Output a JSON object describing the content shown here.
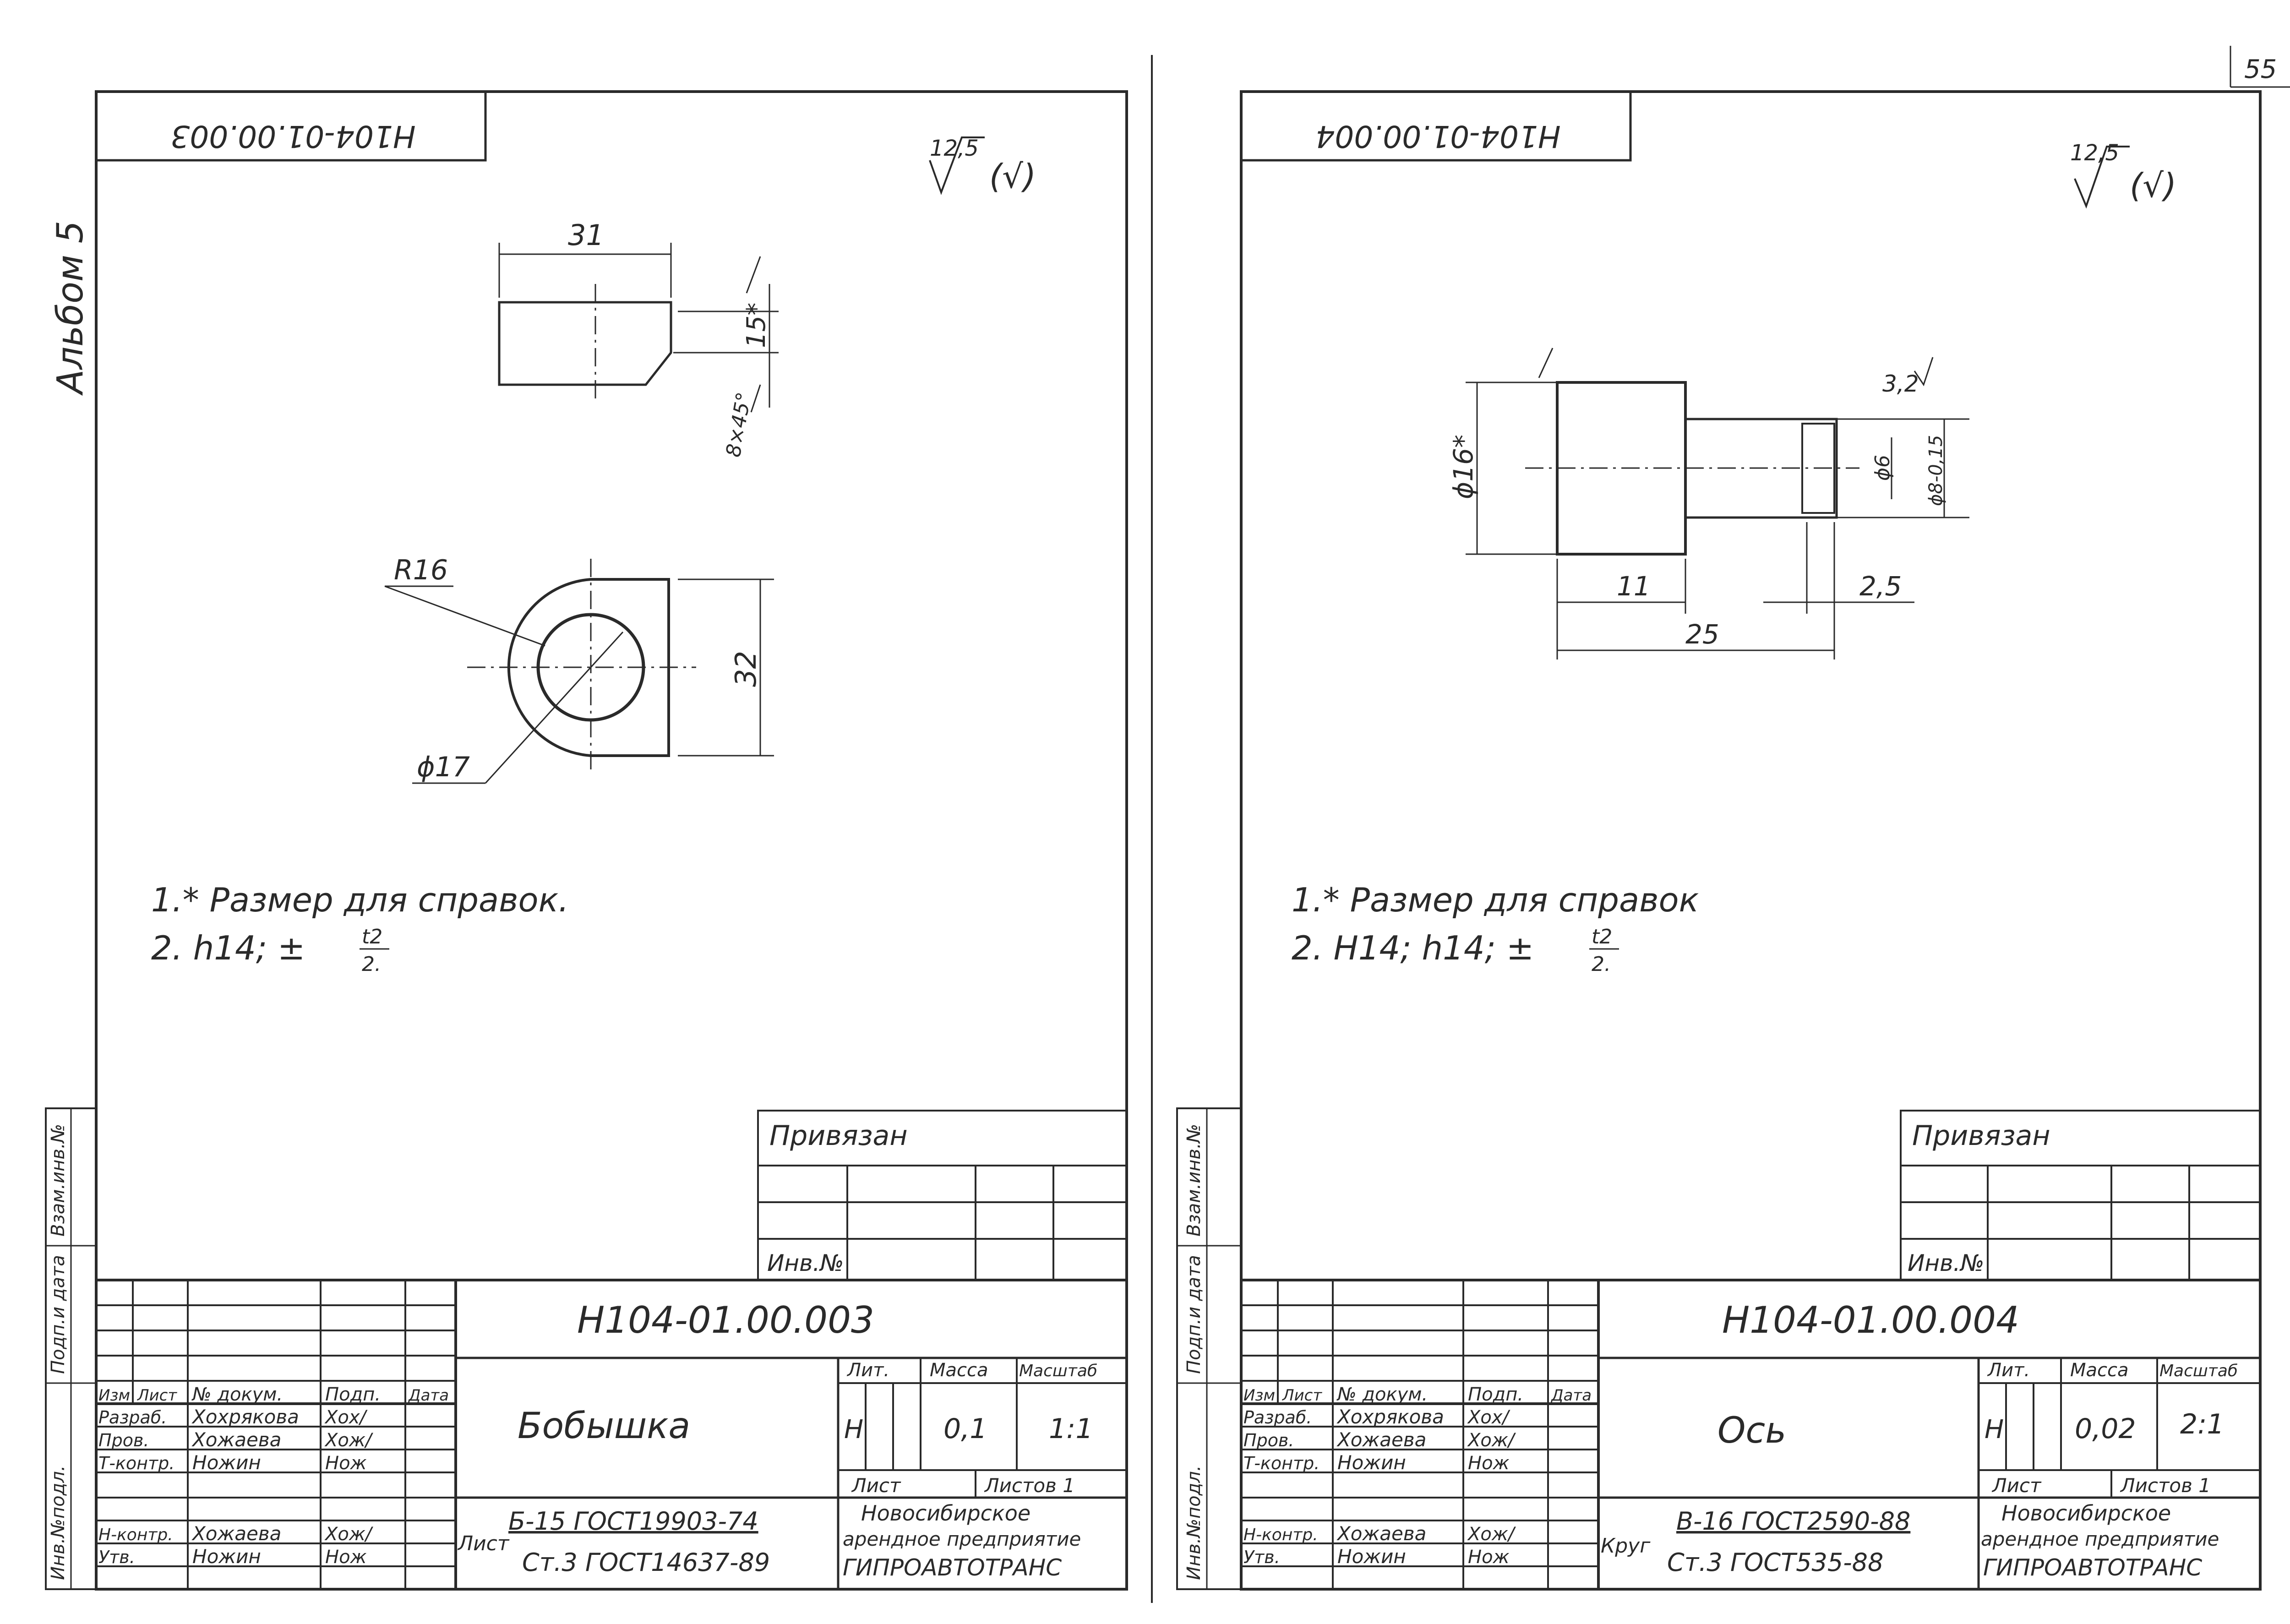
{
  "page": {
    "page_number": "55",
    "album_label": "Альбом 5"
  },
  "sheets": [
    {
      "top_code": "Н104-01.00.003",
      "roughness": "12,5",
      "roughness_sym": "(√)",
      "dims": {
        "len": "31",
        "hole": "15*",
        "chamfer": "8×45°",
        "radius": "R16",
        "height": "32",
        "bore": "ϕ17"
      },
      "notes": [
        "1.* Размер для справок.",
        "2. h14; ±",
        "t2",
        "2."
      ],
      "privyazan": "Привязан",
      "inv_no": "Инв.№",
      "side_labels": [
        "Инв.№подл.",
        "Подп.и дата",
        "Взам.инв.№"
      ],
      "title_block": {
        "code": "Н104-01.00.003",
        "name": "Бобышка",
        "headers": [
          "Изм",
          "Лист",
          "№ докум.",
          "Подп.",
          "Дата"
        ],
        "roles": [
          "Разраб.",
          "Пров.",
          "Т-контр.",
          "",
          "Н-контр.",
          "Утв."
        ],
        "names": [
          "Хохрякова",
          "Хожаева",
          "Ножин",
          "",
          "Хожаева",
          "Ножин"
        ],
        "signatures": [
          "Хох/",
          "Хож/",
          "Нож",
          "",
          "Хож/",
          "Нож"
        ],
        "lit_label": "Лит.",
        "mass_label": "Масса",
        "scale_label": "Масштаб",
        "lit": "Н",
        "mass": "0,1",
        "scale": "1:1",
        "sheet_label": "Лист",
        "sheets_label": "Листов 1",
        "mat_prefix": "Лист",
        "material_top": "Б-15 ГОСТ19903-74",
        "material_bottom": "Ст.3 ГОСТ14637-89",
        "org": [
          "Новосибирское",
          "арендное предприятие",
          "ГИПРОАВТОТРАНС"
        ]
      }
    },
    {
      "top_code": "Н104-01.00.004",
      "roughness": "12,5",
      "roughness_sym": "(√)",
      "dims": {
        "dia_big": "ϕ16*",
        "dia_small": "ϕ6",
        "dia_shaft": "ϕ8-0,15",
        "rough_local": "3,2",
        "len_head": "11",
        "chamfer": "2,5",
        "total": "25"
      },
      "notes": [
        "1.* Размер для справок",
        "2. Н14; h14; ±",
        "t2",
        "2."
      ],
      "privyazan": "Привязан",
      "inv_no": "Инв.№",
      "side_labels": [
        "Инв.№подл.",
        "Подп.и дата",
        "Взам.инв.№"
      ],
      "title_block": {
        "code": "Н104-01.00.004",
        "name": "Ось",
        "headers": [
          "Изм",
          "Лист",
          "№ докум.",
          "Подп.",
          "Дата"
        ],
        "roles": [
          "Разраб.",
          "Пров.",
          "Т-контр.",
          "",
          "Н-контр.",
          "Утв."
        ],
        "names": [
          "Хохрякова",
          "Хожаева",
          "Ножин",
          "",
          "Хожаева",
          "Ножин"
        ],
        "signatures": [
          "Хох/",
          "Хож/",
          "Нож",
          "",
          "Хож/",
          "Нож"
        ],
        "lit_label": "Лит.",
        "mass_label": "Масса",
        "scale_label": "Масштаб",
        "lit": "Н",
        "mass": "0,02",
        "scale": "2:1",
        "sheet_label": "Лист",
        "sheets_label": "Листов 1",
        "mat_prefix": "Круг",
        "material_top": "В-16 ГОСТ2590-88",
        "material_bottom": "Ст.3 ГОСТ535-88",
        "org": [
          "Новосибирское",
          "арендное предприятие",
          "ГИПРОАВТОТРАНС"
        ]
      }
    }
  ]
}
